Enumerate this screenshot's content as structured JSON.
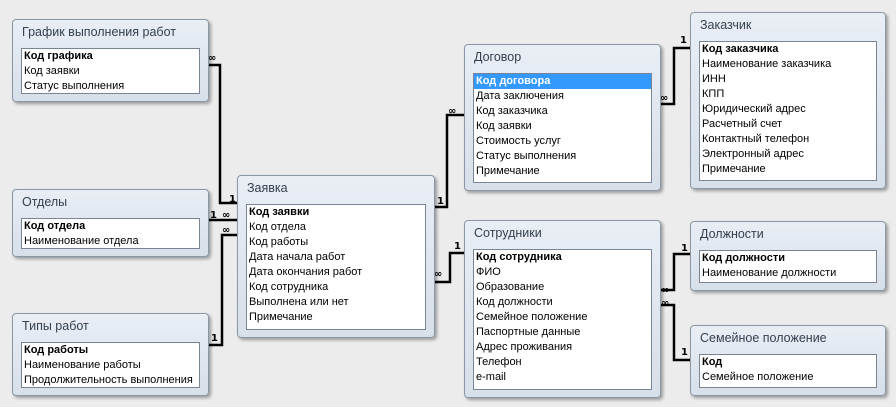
{
  "tables": {
    "schedule": {
      "title": "График выполнения работ",
      "fields": [
        {
          "name": "Код графика",
          "key": true
        },
        {
          "name": "Код заявки"
        },
        {
          "name": "Статус выполнения"
        }
      ]
    },
    "departments": {
      "title": "Отделы",
      "fields": [
        {
          "name": "Код отдела",
          "key": true
        },
        {
          "name": "Наименование отдела"
        }
      ]
    },
    "worktypes": {
      "title": "Типы работ",
      "fields": [
        {
          "name": "Код работы",
          "key": true
        },
        {
          "name": "Наименование работы"
        },
        {
          "name": "Продолжительность выполнения"
        }
      ]
    },
    "request": {
      "title": "Заявка",
      "fields": [
        {
          "name": "Код заявки",
          "key": true
        },
        {
          "name": "Код отдела"
        },
        {
          "name": "Код работы"
        },
        {
          "name": "Дата начала работ"
        },
        {
          "name": "Дата окончания работ"
        },
        {
          "name": "Код сотрудника"
        },
        {
          "name": "Выполнена или нет"
        },
        {
          "name": "Примечание"
        }
      ]
    },
    "contract": {
      "title": "Договор",
      "fields": [
        {
          "name": "Код договора",
          "key": true,
          "selected": true
        },
        {
          "name": "Дата заключения"
        },
        {
          "name": "Код заказчика"
        },
        {
          "name": "Код заявки"
        },
        {
          "name": "Стоимость услуг"
        },
        {
          "name": "Статус выполнения"
        },
        {
          "name": "Примечание"
        }
      ]
    },
    "customer": {
      "title": "Заказчик",
      "fields": [
        {
          "name": "Код заказчика",
          "key": true
        },
        {
          "name": "Наименование заказчика"
        },
        {
          "name": "ИНН"
        },
        {
          "name": "КПП"
        },
        {
          "name": "Юридический адрес"
        },
        {
          "name": "Расчетный счет"
        },
        {
          "name": "Контактный телефон"
        },
        {
          "name": "Электронный адрес"
        },
        {
          "name": "Примечание"
        }
      ]
    },
    "employees": {
      "title": "Сотрудники",
      "fields": [
        {
          "name": "Код сотрудника",
          "key": true
        },
        {
          "name": "ФИО"
        },
        {
          "name": "Образование"
        },
        {
          "name": "Код должности"
        },
        {
          "name": "Семейное положение"
        },
        {
          "name": "Паспортные данные"
        },
        {
          "name": "Адрес проживания"
        },
        {
          "name": "Телефон"
        },
        {
          "name": "e-mail"
        }
      ]
    },
    "positions": {
      "title": "Должности",
      "fields": [
        {
          "name": "Код должности",
          "key": true
        },
        {
          "name": "Наименование должности"
        }
      ]
    },
    "marital": {
      "title": "Семейное положение",
      "fields": [
        {
          "name": "Код",
          "key": true
        },
        {
          "name": "Семейное положение"
        }
      ]
    }
  },
  "rel_labels": {
    "one": "1",
    "many": "∞"
  }
}
